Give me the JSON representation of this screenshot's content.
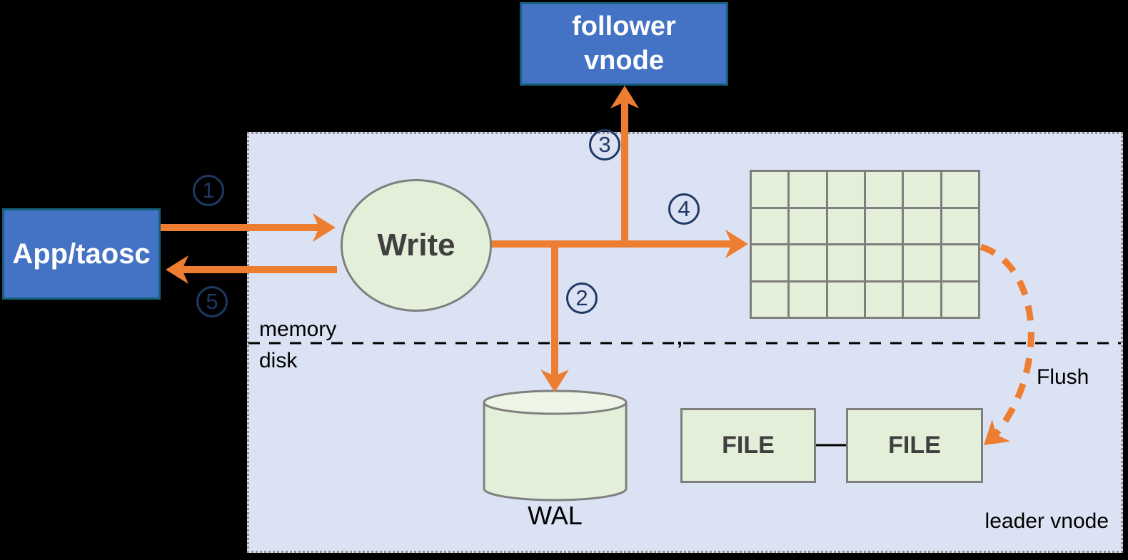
{
  "colors": {
    "background": "#000000",
    "blue_node_fill": "#4472c4",
    "blue_node_border": "#15607a",
    "panel_fill": "#dbe2f3",
    "panel_border": "#929292",
    "green_shape_fill": "#e4efda",
    "green_shape_border": "#7f7f7f",
    "arrow_orange": "#ed7d31",
    "step_badge_navy": "#1f3864",
    "dark_text": "#404040",
    "black_text": "#000000"
  },
  "nodes": {
    "app_taosc": {
      "label": "App/taosc"
    },
    "follower_vnode": {
      "line1": "follower",
      "line2": "vnode"
    },
    "write": {
      "label": "Write"
    },
    "wal": {
      "label": "WAL"
    },
    "file_left": {
      "label": "FILE"
    },
    "file_right": {
      "label": "FILE"
    }
  },
  "panel": {
    "label": "leader vnode",
    "memory_label": "memory",
    "disk_label": "disk",
    "divider_mark": ",",
    "flush_label": "Flush",
    "mem_table_grid": {
      "rows": 4,
      "cols": 6
    }
  },
  "steps": {
    "s1": "1",
    "s2": "2",
    "s3": "3",
    "s4": "4",
    "s5": "5"
  }
}
